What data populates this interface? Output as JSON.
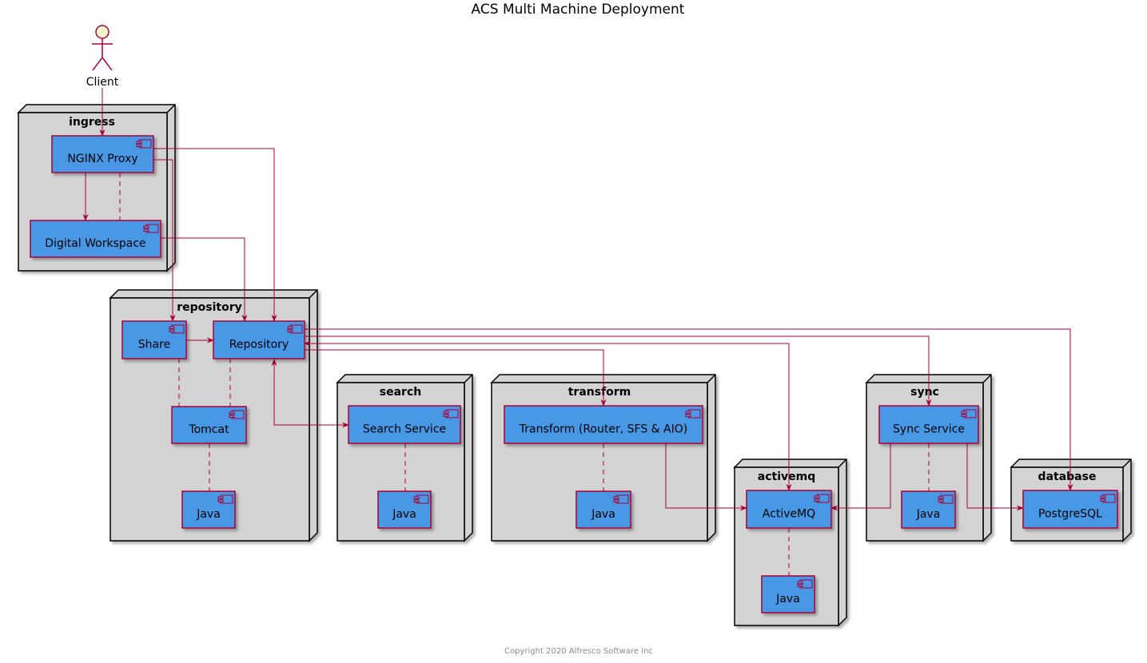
{
  "title": "ACS Multi Machine Deployment",
  "footer": "Copyright 2020 Alfresco Software Inc",
  "actor": {
    "label": "Client"
  },
  "nodes": {
    "ingress": "ingress",
    "repository": "repository",
    "search": "search",
    "transform": "transform",
    "activemq": "activemq",
    "sync": "sync",
    "database": "database"
  },
  "components": {
    "nginx": "NGINX Proxy",
    "digital_workspace": "Digital Workspace",
    "share": "Share",
    "repository": "Repository",
    "tomcat": "Tomcat",
    "repo_java": "Java",
    "search_service": "Search Service",
    "search_java": "Java",
    "transform": "Transform (Router, SFS & AIO)",
    "transform_java": "Java",
    "activemq": "ActiveMQ",
    "activemq_java": "Java",
    "sync_service": "Sync Service",
    "sync_java": "Java",
    "postgresql": "PostgreSQL"
  },
  "colors": {
    "component_fill": "#4a98e6",
    "component_border": "#a80036",
    "node_fill": "#d3d3d3",
    "edge": "#a80036",
    "actor_fill": "#fefece"
  }
}
